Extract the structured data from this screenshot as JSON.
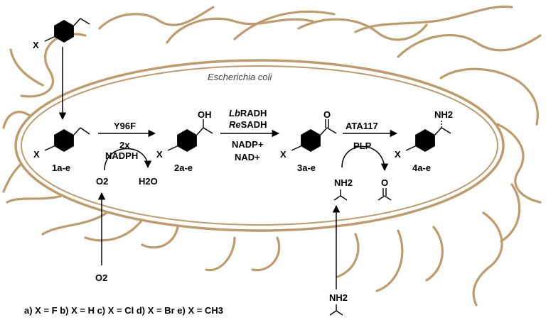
{
  "colors": {
    "cell": "#bf9a6a",
    "ink": "#000000",
    "background": "#ffffff"
  },
  "organism": "Escherichia coli",
  "substrate_outside": {
    "x_label": "X"
  },
  "compounds": [
    {
      "id": "1a-e",
      "x_label": "X"
    },
    {
      "id": "2a-e",
      "x_label": "X",
      "group": "OH"
    },
    {
      "id": "3a-e",
      "x_label": "X",
      "group": "O"
    },
    {
      "id": "4a-e",
      "x_label": "X",
      "group": "NH2"
    }
  ],
  "step1": {
    "enzyme": "Y96F",
    "cofactor_line1": "2x",
    "cofactor_line2": "NADPH",
    "o2_in": "O2",
    "h2o_out": "H2O"
  },
  "step2": {
    "enzyme1_italic": "Lb",
    "enzyme1_rest": "RADH",
    "enzyme2_italic": "Re",
    "enzyme2_rest": "SADH",
    "cofactor1": "NADP+",
    "cofactor2": "NAD+"
  },
  "step3": {
    "enzyme": "ATA117",
    "cofactor": "PLP",
    "amine_in": "NH2",
    "ketone_out": "O"
  },
  "outside": {
    "o2": "O2",
    "amine": "NH2"
  },
  "legend": "a) X = F   b) X = H   c) X = Cl   d) X = Br   e) X = CH3"
}
